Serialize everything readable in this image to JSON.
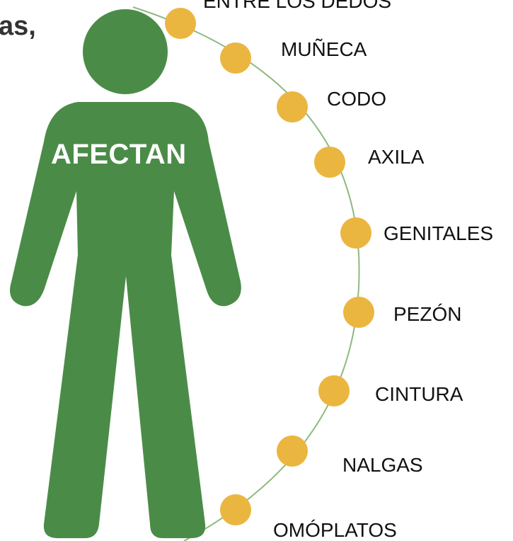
{
  "partial_text": "as,",
  "figure_label": "AFECTAN",
  "colors": {
    "figure": "#4a8c47",
    "dot": "#ebb63f",
    "arc": "#8fba80",
    "label_text": "#111111"
  },
  "points": [
    {
      "label": "ENTRE LOS DEDOS"
    },
    {
      "label": "MUÑECA"
    },
    {
      "label": "CODO"
    },
    {
      "label": "AXILA"
    },
    {
      "label": "GENITALES"
    },
    {
      "label": "PEZÓN"
    },
    {
      "label": "CINTURA"
    },
    {
      "label": "NALGAS"
    },
    {
      "label": "OMÓPLATOS"
    }
  ]
}
